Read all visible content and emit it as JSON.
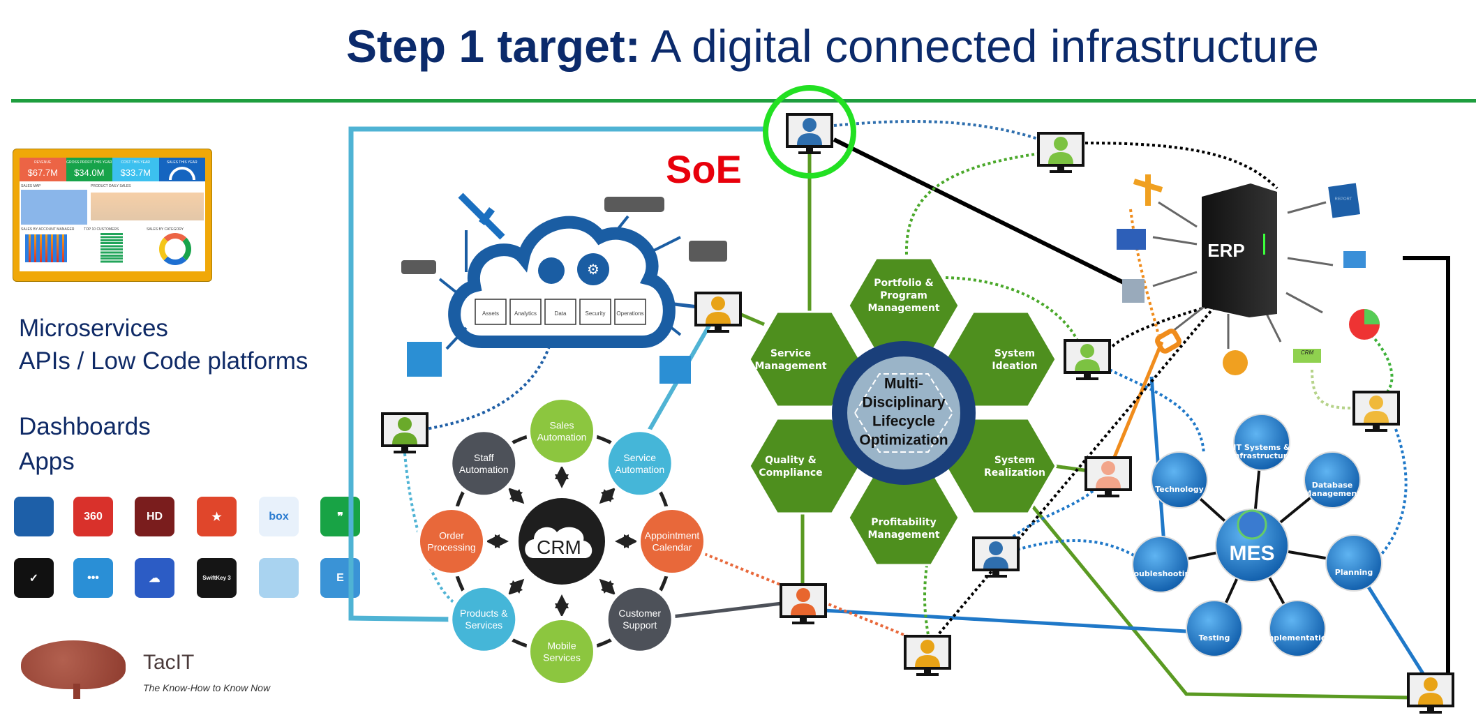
{
  "title": {
    "bold": "Step 1 target:",
    "rest": " A digital connected infrastructure"
  },
  "colors": {
    "title": "#0b2a6b",
    "rule": "#1e9e3e",
    "soe": "#e8000b",
    "frame": "#4fb3d4",
    "hex": "#4e8f1e",
    "ring": "#1a3f7a",
    "mes": "#1f78c8",
    "highlight": "#22e022"
  },
  "left_panel": {
    "dashboard": {
      "kpis": [
        {
          "label": "REVENUE",
          "value": "$67.7M",
          "color": "#ec6445"
        },
        {
          "label": "GROSS PROFIT THIS YEAR",
          "value": "$34.0M",
          "color": "#17a34a"
        },
        {
          "label": "COST THIS YEAR",
          "value": "$33.7M",
          "color": "#3cc0ef"
        },
        {
          "label": "SALES THIS YEAR",
          "value": "",
          "color": "#1565c0"
        }
      ],
      "sections": [
        "SALES MAP",
        "PRODUCT DAILY SALES",
        "SALES BY ACCOUNT MANAGER",
        "TOP 10 CUSTOMERS",
        "SALES BY CATEGORY"
      ]
    },
    "lines": [
      "Microservices",
      "APIs / Low Code platforms",
      "Dashboards",
      "Apps"
    ],
    "apps": [
      {
        "name": "globe-app-icon",
        "text": "",
        "color": "#1d5fa8"
      },
      {
        "name": "autocad-360-icon",
        "text": "360",
        "color": "#d9312b"
      },
      {
        "name": "microphone-hd-icon",
        "text": "HD",
        "color": "#7a1d1d"
      },
      {
        "name": "wunderlist-icon",
        "text": "★",
        "color": "#e0462b"
      },
      {
        "name": "box-icon",
        "text": "box",
        "color": "#e8f1fb"
      },
      {
        "name": "hangouts-icon",
        "text": "❞",
        "color": "#18a345"
      },
      {
        "name": "basecamp-icon",
        "text": "✓",
        "color": "#111111"
      },
      {
        "name": "meetup-icon",
        "text": "•••",
        "color": "#2a8fd6"
      },
      {
        "name": "onedrive-icon",
        "text": "☁",
        "color": "#2c5cc5"
      },
      {
        "name": "swiftkey-icon",
        "text": "SwiftKey 3",
        "color": "#151515"
      },
      {
        "name": "wifi-app-icon",
        "text": "",
        "color": "#a9d3f0"
      },
      {
        "name": "travel-app-icon",
        "text": "E",
        "color": "#3a93d6"
      }
    ],
    "brand": "TacIT",
    "tagline": "The Know-How to Know Now"
  },
  "soe_label": "SoE",
  "cloud": {
    "boxes": [
      "Assets",
      "Analytics",
      "Data",
      "Security",
      "Operations"
    ]
  },
  "crm": {
    "center": "CRM",
    "nodes": [
      {
        "label": [
          "Sales",
          "Automation"
        ],
        "color": "#8cc63f"
      },
      {
        "label": [
          "Service",
          "Automation"
        ],
        "color": "#45b6d8"
      },
      {
        "label": [
          "Appointment",
          "Calendar"
        ],
        "color": "#e8683a"
      },
      {
        "label": [
          "Customer",
          "Support"
        ],
        "color": "#4d5159"
      },
      {
        "label": [
          "Mobile",
          "Services"
        ],
        "color": "#8cc63f"
      },
      {
        "label": [
          "Products &",
          "Services"
        ],
        "color": "#45b6d8"
      },
      {
        "label": [
          "Order",
          "Processing"
        ],
        "color": "#e8683a"
      },
      {
        "label": [
          "Staff",
          "Automation"
        ],
        "color": "#4d5159"
      }
    ]
  },
  "plm": {
    "hexes": [
      [
        "Portfolio &",
        "Program",
        "Management"
      ],
      [
        "System",
        "Ideation"
      ],
      [
        "System",
        "Realization"
      ],
      [
        "Profitability",
        "Management"
      ],
      [
        "Quality &",
        "Compliance"
      ],
      [
        "Service",
        "Management"
      ]
    ],
    "center": [
      "Multi-",
      "Disciplinary",
      "Lifecycle",
      "Optimization"
    ]
  },
  "erp": {
    "label": "ERP",
    "report_label": "REPORT",
    "crm_mini_label": "CRM"
  },
  "mes": {
    "center": "MES",
    "nodes": [
      [
        "IT Systems &",
        "Infrastructure"
      ],
      [
        "Database",
        "Management"
      ],
      [
        "Planning"
      ],
      [
        "Implementation"
      ],
      [
        "Testing"
      ],
      [
        "Troubleshooting"
      ],
      [
        "Technology"
      ]
    ]
  },
  "users": [
    {
      "color": "#2f6fae"
    },
    {
      "color": "#7cc242"
    },
    {
      "color": "#e8a317"
    },
    {
      "color": "#6aaa2a"
    },
    {
      "color": "#7cc242"
    },
    {
      "color": "#f2a58a"
    },
    {
      "color": "#2f6fae"
    },
    {
      "color": "#e8662e"
    },
    {
      "color": "#e8a317"
    },
    {
      "color": "#e8a317"
    },
    {
      "color": "#f0b93a"
    }
  ]
}
